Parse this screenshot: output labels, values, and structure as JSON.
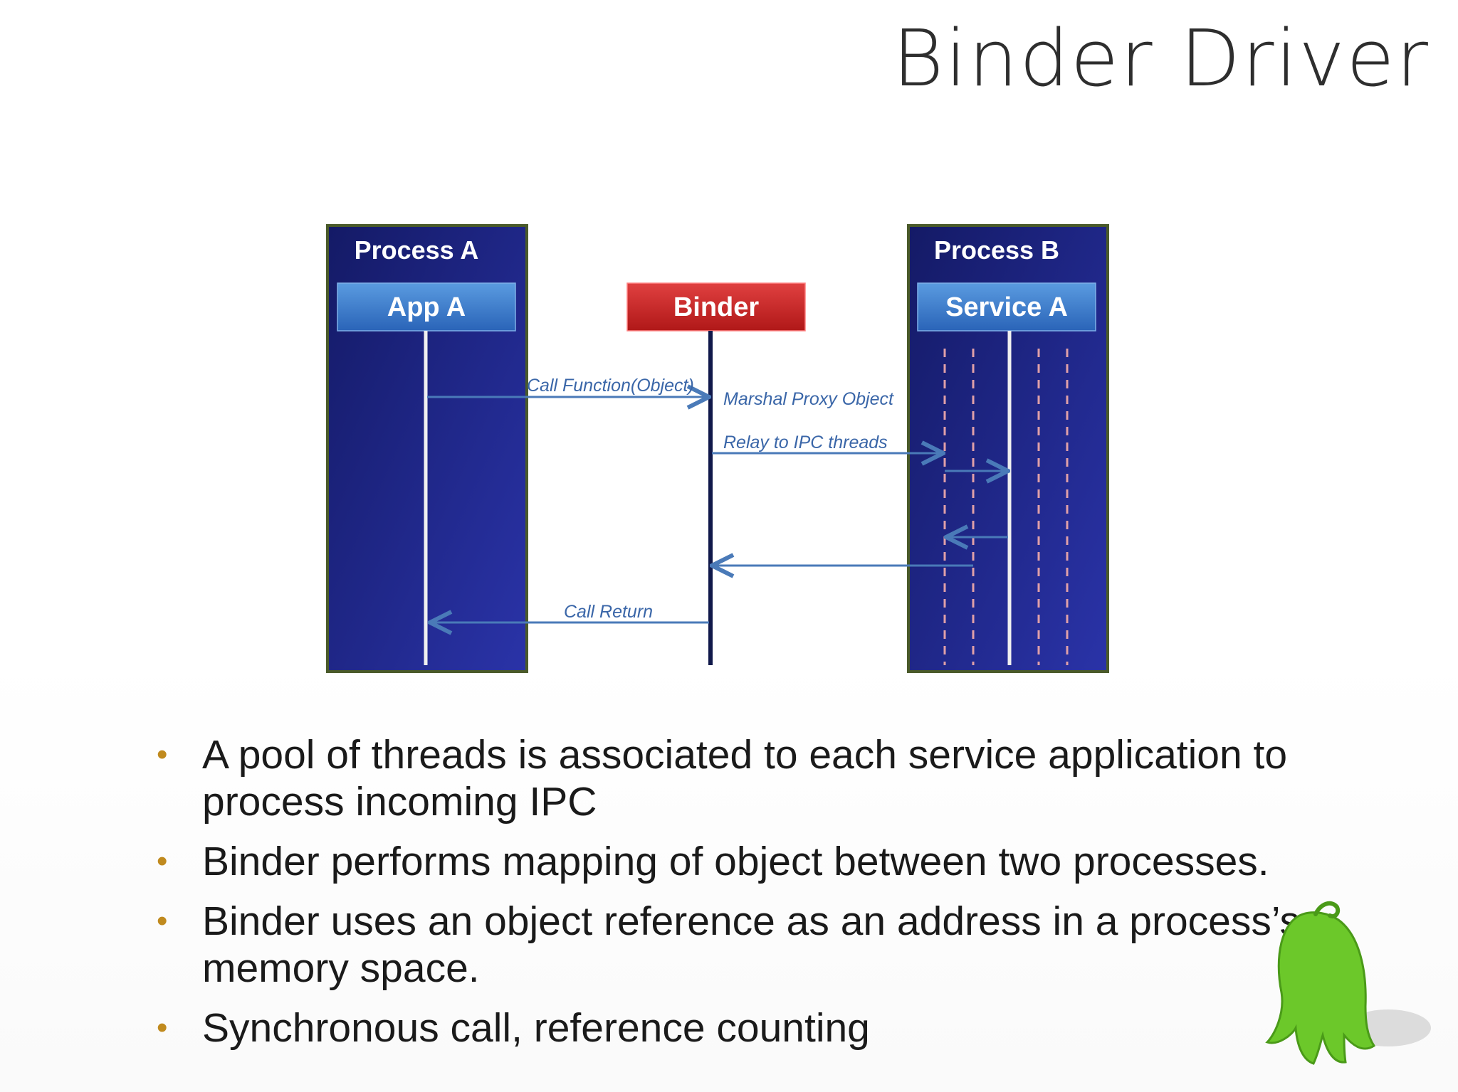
{
  "slide": {
    "title": "Binder Driver"
  },
  "diagram": {
    "process_a_title": "Process A",
    "app_a_label": "App A",
    "binder_label": "Binder",
    "process_b_title": "Process B",
    "service_a_label": "Service A",
    "call_function_label": "Call Function(Object)",
    "marshal_label": "Marshal  Proxy  Object",
    "relay_label": "Relay to IPC threads",
    "call_return_label": "Call Return",
    "colors": {
      "process_panel": "#1e2a8c",
      "process_border": "#4a5a2a",
      "app_box": "#3a78c8",
      "binder_box": "#c8262a",
      "arrow": "#4a7ab8",
      "thread_dash": "#e0a0a8"
    }
  },
  "bullets": [
    "A pool of threads is associated to each service application to process incoming IPC",
    "Binder performs mapping of object between two processes.",
    "Binder uses an object reference as an address in a process’s memory space.",
    "Synchronous call, reference counting"
  ],
  "decor": {
    "mascot_icon": "green-ghost-mascot-icon"
  }
}
